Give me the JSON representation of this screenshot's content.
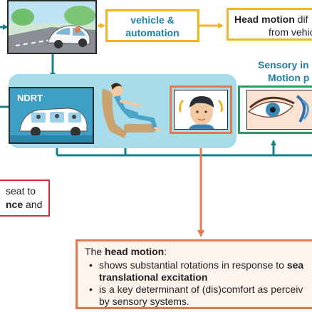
{
  "boxes": {
    "vehicle_automation": {
      "line1": "vehicle &",
      "line2": "automation",
      "border_color": "#f2b32a",
      "text_color": "#1f7fa6"
    },
    "head_motion_top": {
      "line1_bold": "Head motion",
      "line1_rest": " dif",
      "line2": "from vehic",
      "border_color": "#f2b32a"
    },
    "sensory": {
      "line1": "Sensory in",
      "line2": "Motion p",
      "text_color": "#1f7fa6"
    },
    "ndrt_label": "NDRT",
    "left_red": {
      "line1": "seat to",
      "line2_bold": "nce",
      "line2_rest": " and",
      "border_color": "#c8313a"
    },
    "bottom": {
      "title_prefix": "The ",
      "title_bold": "head motion",
      "title_suffix": ":",
      "bullet1_pre": "shows substantial rotations in response to ",
      "bullet1_bold_tail": "sea",
      "bullet1_line2": "translational excitation",
      "bullet2_line1": "is a key determinant of (dis)comfort as perceiv",
      "bullet2_line2": "by sensory systems.",
      "border_color": "#e07a50",
      "background": "#fdf4ee"
    }
  },
  "colors": {
    "panel_blue": "#a9dcea",
    "arrow_teal": "#1a7f8c",
    "arrow_orange": "#e07a50",
    "arrow_yellow": "#f2b32a",
    "arrow_green": "#2e9a62",
    "blue_text": "#1f7fa6"
  },
  "icons": [
    "car-scene-image",
    "ndrt-vehicle-icon",
    "reclined-passenger-icon",
    "head-rotation-icon",
    "eye-icon"
  ]
}
